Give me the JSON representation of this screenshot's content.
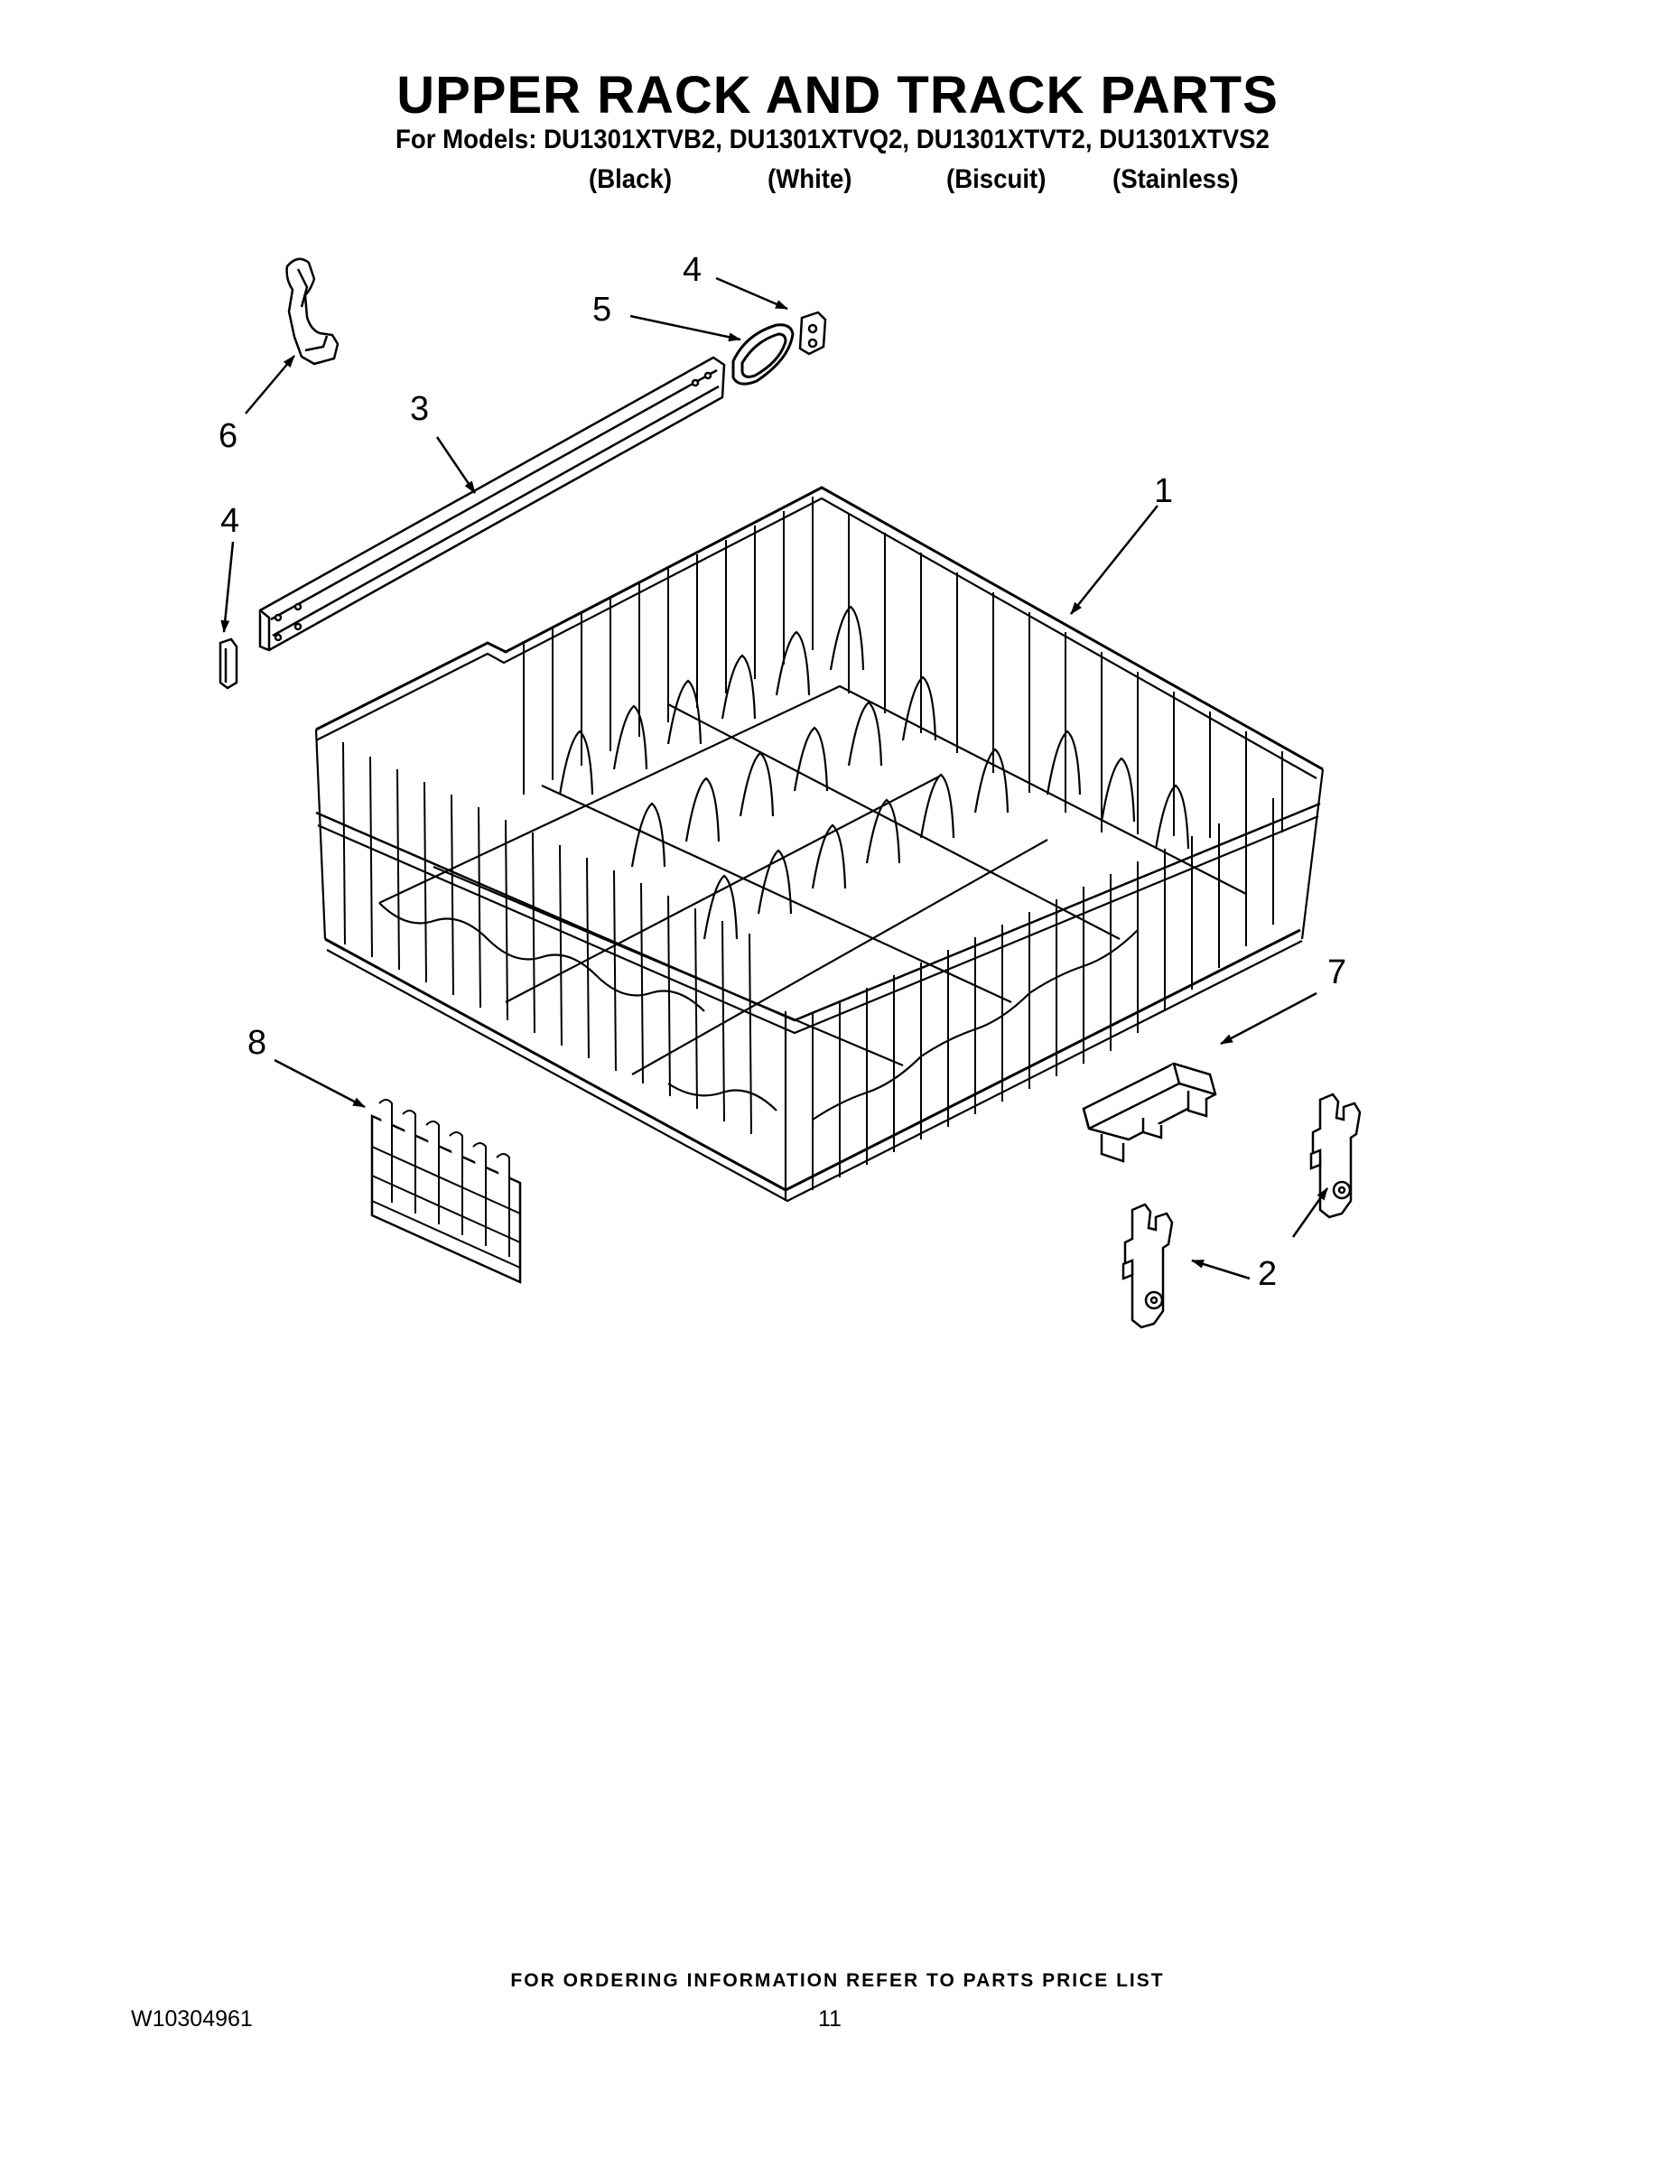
{
  "header": {
    "title": "UPPER RACK AND TRACK PARTS",
    "models_line": "For Models: DU1301XTVB2, DU1301XTVQ2, DU1301XTVT2, DU1301XTVS2",
    "colors": [
      "(Black)",
      "(White)",
      "(Biscuit)",
      "(Stainless)"
    ]
  },
  "callouts": [
    "1",
    "2",
    "3",
    "4",
    "4",
    "5",
    "6",
    "7",
    "8"
  ],
  "footer": {
    "note": "FOR ORDERING INFORMATION REFER TO PARTS PRICE LIST",
    "doc_number": "W10304961",
    "page_number": "11"
  }
}
